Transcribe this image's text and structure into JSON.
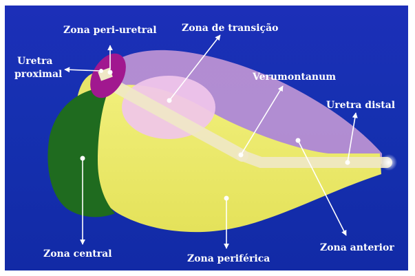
{
  "labels": {
    "zona_peri_uretral": "Zona peri-uretral",
    "zona_de_transicao": "Zona de transição",
    "uretra_proximal_line1": "Uretra",
    "uretra_proximal_line2": "proximal",
    "verumontanum": "Verumontanum",
    "uretra_distal": "Uretra distal",
    "zona_central": "Zona central",
    "zona_periferica": "Zona periférica",
    "zona_anterior": "Zona anterior"
  },
  "colors": {
    "background": "#1530b0",
    "anterior_zone": "#c79ad6",
    "peripheral_zone": "#e8e66a",
    "central_zone": "#1f6b1f",
    "transition_zone": "#f0c6ea",
    "periurethral_zone": "#a1188f",
    "urethra": "#efe8c6",
    "text": "#ffffff"
  }
}
